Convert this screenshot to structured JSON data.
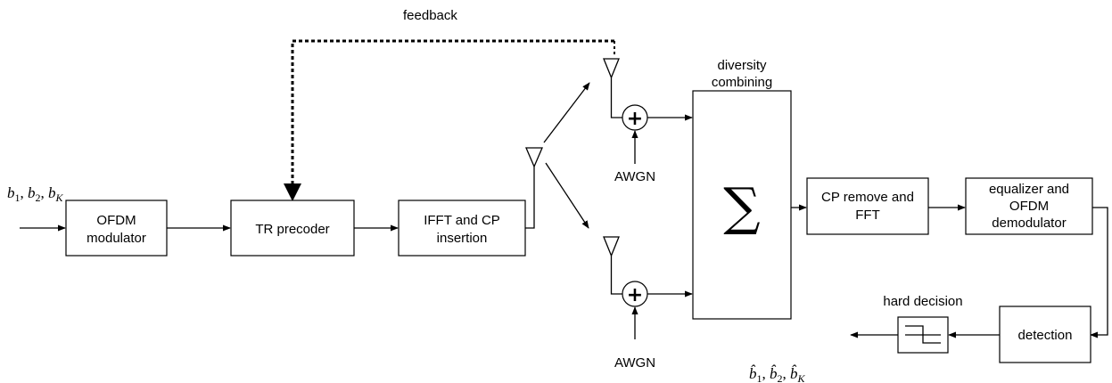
{
  "blocks": {
    "ofdm_modulator": [
      "OFDM",
      "modulator"
    ],
    "tr_precoder": [
      "TR precoder"
    ],
    "ifft_cp": [
      "IFFT and CP",
      "insertion"
    ],
    "diversity_combining": [
      "diversity",
      "combining"
    ],
    "sum_symbol": "∑",
    "cp_remove_fft": [
      "CP remove and",
      "FFT"
    ],
    "equalizer": [
      "equalizer and",
      "OFDM",
      "demodulator"
    ],
    "detection": [
      "detection"
    ],
    "hard_decision": "hard decision"
  },
  "labels": {
    "feedback": "feedback",
    "awgn_top": "AWGN",
    "awgn_bottom": "AWGN",
    "adder_symbol": "+"
  },
  "input_symbols": {
    "b": [
      "b",
      "b",
      "b"
    ],
    "sub": [
      "1",
      "2",
      "K"
    ],
    "sep": [
      ", ",
      ", ",
      ", …, "
    ]
  },
  "output_symbols": {
    "b": [
      "b̂",
      "b̂",
      "b̂"
    ],
    "sub": [
      "1",
      "2",
      "K"
    ],
    "sep": [
      ", ",
      ", ",
      ", …, "
    ]
  }
}
